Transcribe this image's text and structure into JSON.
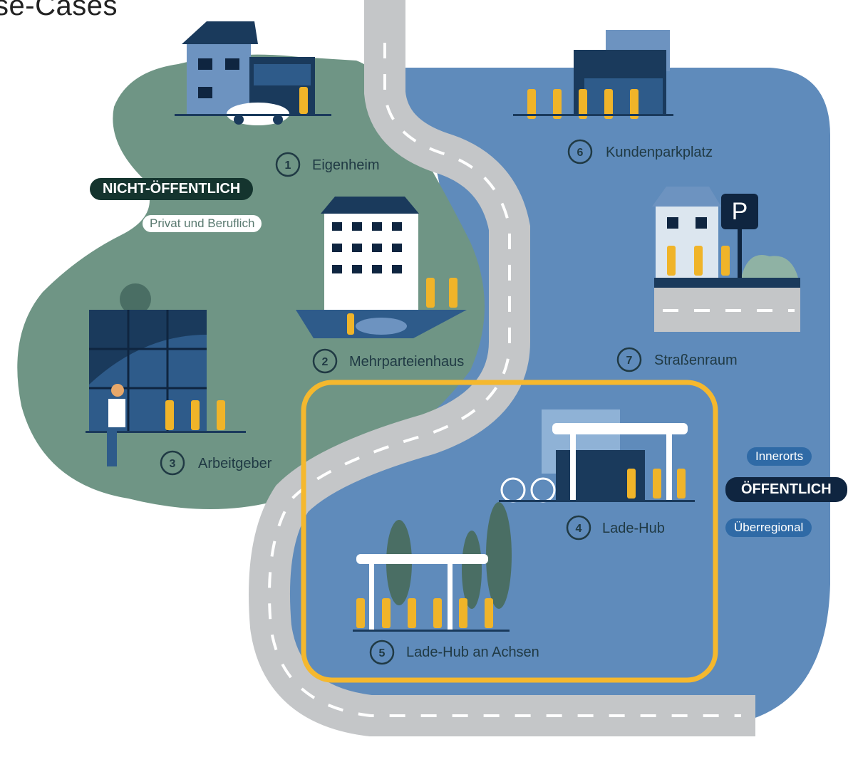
{
  "title": "se-Cases",
  "badges": {
    "private_main": "NICHT-ÖFFENTLICH",
    "private_sub": "Privat und Beruflich",
    "public_main": "ÖFFENTLICH",
    "public_sub1": "Innerorts",
    "public_sub2": "Überregional"
  },
  "use_cases": [
    {
      "number": "1",
      "label": "Eigenheim"
    },
    {
      "number": "2",
      "label": "Mehrparteienhaus"
    },
    {
      "number": "3",
      "label": "Arbeitgeber"
    },
    {
      "number": "4",
      "label": "Lade-Hub"
    },
    {
      "number": "5",
      "label": "Lade-Hub an Achsen"
    },
    {
      "number": "6",
      "label": "Kundenparkplatz"
    },
    {
      "number": "7",
      "label": "Straßenraum"
    }
  ],
  "parking_sign": "P",
  "colors": {
    "private_area": "#6f9585",
    "public_area": "#5f8bbb",
    "road": "#c4c6c8",
    "highlight": "#f5b82e",
    "charger": "#f0b429",
    "navy": "#1a3a5c"
  }
}
